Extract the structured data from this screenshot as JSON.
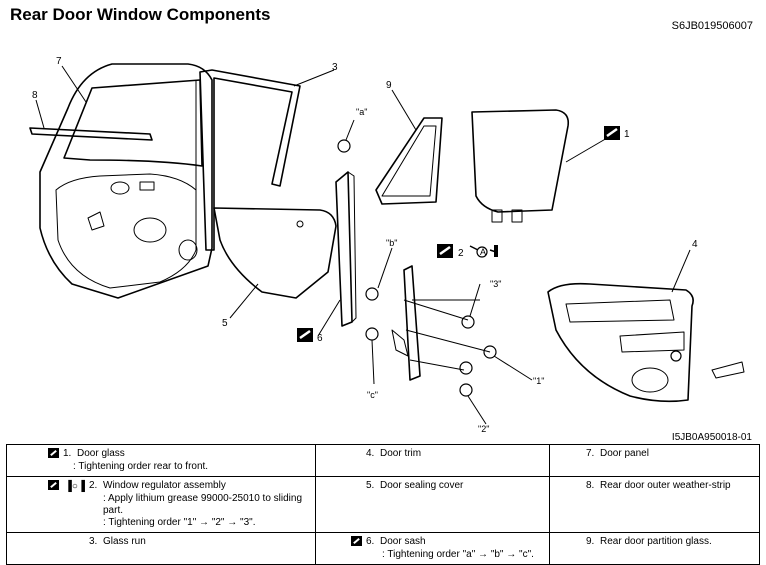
{
  "header": {
    "title": "Rear Door Window Components",
    "doc_code": "S6JB019506007",
    "figure_code": "I5JB0A950018-01"
  },
  "callouts": {
    "n1": "1",
    "n2": "2",
    "n3": "3",
    "n4": "4",
    "n5": "5",
    "n6": "6",
    "n7": "7",
    "n8": "8",
    "n9": "9",
    "ta": "\"a\"",
    "tb": "\"b\"",
    "tc": "\"c\"",
    "t1": "\"1\"",
    "t2": "\"2\"",
    "t3": "\"3\""
  },
  "legend": {
    "item1": {
      "num": "1.",
      "name": "Door glass",
      "sub": ": Tightening order rear to front."
    },
    "item2": {
      "num": "2.",
      "name": "Window regulator assembly",
      "sub1": ": Apply lithium grease 99000-25010 to sliding part.",
      "sub2": ": Tightening order \"1\" → \"2\" → \"3\"."
    },
    "item3": {
      "num": "3.",
      "name": "Glass run"
    },
    "item4": {
      "num": "4.",
      "name": "Door trim"
    },
    "item5": {
      "num": "5.",
      "name": "Door sealing cover"
    },
    "item6": {
      "num": "6.",
      "name": "Door sash",
      "sub": ": Tightening order \"a\" → \"b\" → \"c\"."
    },
    "item7": {
      "num": "7.",
      "name": "Door panel"
    },
    "item8": {
      "num": "8.",
      "name": "Rear door outer weather-strip"
    },
    "item9": {
      "num": "9.",
      "name": "Rear door partition glass."
    },
    "grease_code": "A"
  },
  "icons": {
    "torque": "torque-wrench-icon",
    "grease": "grease-apply-icon"
  }
}
